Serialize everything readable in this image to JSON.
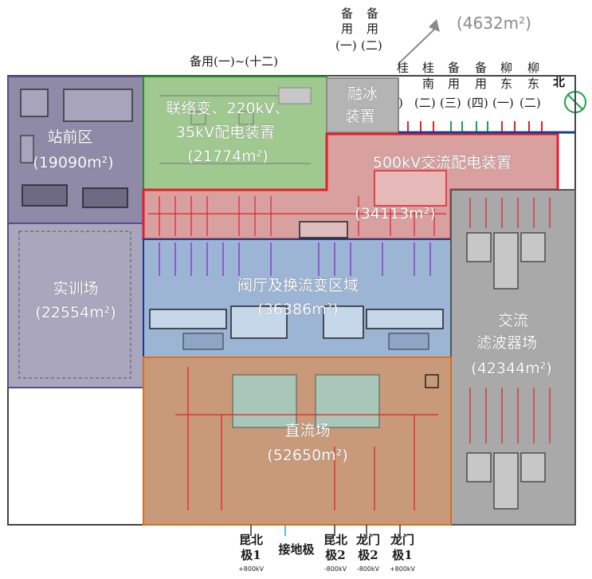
{
  "zones": [
    {
      "id": "station-front",
      "line1": "站前区",
      "line2": "(19090m²)"
    },
    {
      "id": "training",
      "line1": "实训场",
      "line2": "(22554m²)"
    },
    {
      "id": "substation",
      "line1": "联络变、220kV、",
      "line2": "35kV配电装置",
      "line3": "(21774m²)"
    },
    {
      "id": "deicing",
      "line1": "融冰",
      "line2": "装置"
    },
    {
      "id": "ac500",
      "line1": "500kV交流配电装置",
      "line2": "(34113m²)"
    },
    {
      "id": "valve-hall",
      "line1": "阀厅及换流变区域",
      "line2": "(36386m²)"
    },
    {
      "id": "ac-filter",
      "line1": "交流",
      "line2": "滤波器场",
      "line3": "(42344m²)"
    },
    {
      "id": "dc-yard",
      "line1": "直流场",
      "line2": "(52650m²)"
    }
  ],
  "top_callout": "(4632m²)",
  "top_spare_label": "备用(一)~(十二)",
  "north_label": "北",
  "top_lines": [
    {
      "chars": [
        "备",
        "用",
        "(一)"
      ]
    },
    {
      "chars": [
        "备",
        "用",
        "(二)"
      ]
    },
    {
      "chars": [
        "桂",
        "",
        ")"
      ]
    },
    {
      "chars": [
        "桂",
        "南",
        "(二)"
      ]
    },
    {
      "chars": [
        "备",
        "用",
        "(三)"
      ]
    },
    {
      "chars": [
        "备",
        "用",
        "(四)"
      ]
    },
    {
      "chars": [
        "柳",
        "东",
        "(一)"
      ]
    },
    {
      "chars": [
        "柳",
        "东",
        "(二)"
      ]
    }
  ],
  "bottom_lines": [
    {
      "l1": "昆北",
      "l2": "极1",
      "kv": "+800kV"
    },
    {
      "l1": "接地极",
      "l2": "",
      "kv": ""
    },
    {
      "l1": "昆北",
      "l2": "极2",
      "kv": "-800kV"
    },
    {
      "l1": "龙门",
      "l2": "极2",
      "kv": "-800kV"
    },
    {
      "l1": "龙门",
      "l2": "极1",
      "kv": "+800kV"
    }
  ],
  "colors": {
    "station_front": "#8f8aa8",
    "substation": "#9fc98f",
    "deicing": "#b4b4b4",
    "ac500": "#d9a0a0",
    "valve_hall": "#9cb5d4",
    "ac_filter": "#a9a9a9",
    "dc_yard": "#c99a7a",
    "red_line": "#e0202a",
    "purple_line": "#8a3ec9",
    "blue_border": "#1f3c8a"
  }
}
